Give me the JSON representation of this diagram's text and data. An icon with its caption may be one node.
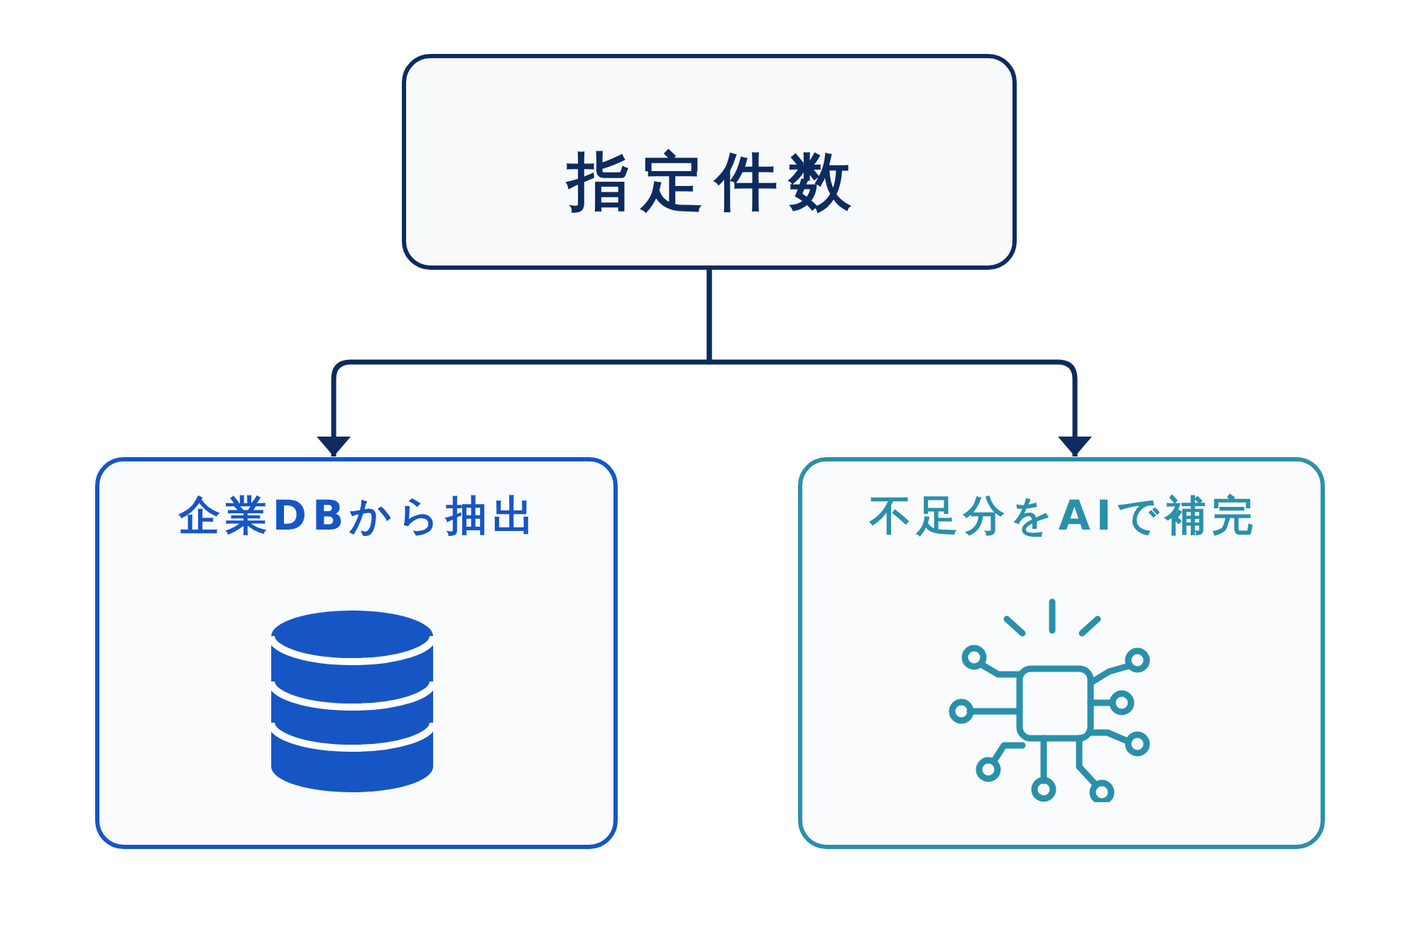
{
  "diagram": {
    "nodes": [
      {
        "text": [
          "指定件数"
        ]
      },
      {
        "text": [
          "企業DBから抽出"
        ]
      },
      {
        "text": [
          "不足分をAIで補完"
        ]
      }
    ],
    "edges": [
      {
        "from": 0,
        "to": 1,
        "arrow": "to"
      },
      {
        "from": 0,
        "to": 2,
        "arrow": "to"
      }
    ]
  }
}
